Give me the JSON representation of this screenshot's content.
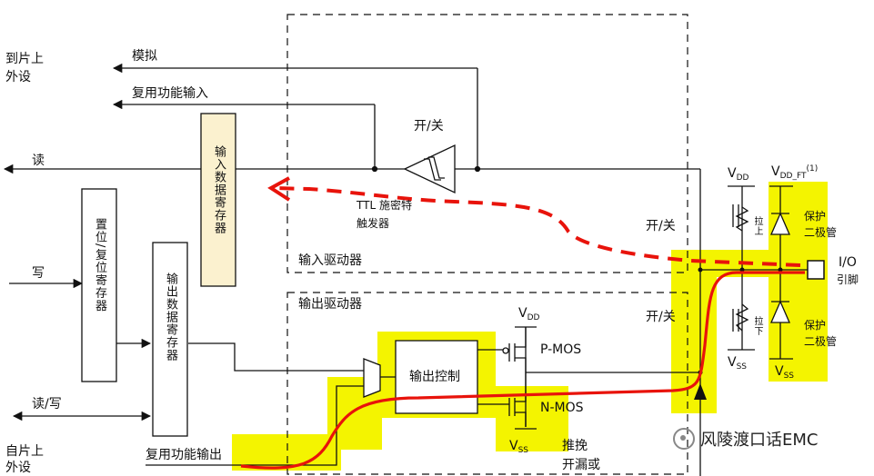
{
  "left": {
    "to_peripheral": [
      "到片上",
      "外设"
    ],
    "from_peripheral": [
      "自片上",
      "外设"
    ],
    "analog": "模拟",
    "alt_input": "复用功能输入",
    "read": "读",
    "write": "写",
    "read_write": "读/写",
    "alt_output": "复用功能输出"
  },
  "registers": {
    "input_data": "输入数据寄存器",
    "bit_set_reset": "置位/复位寄存器",
    "output_data": "输出数据寄存器"
  },
  "input_driver": {
    "title": "输入驱动器",
    "switch": "开/关",
    "schmitt": [
      "TTL 施密特",
      "触发器"
    ]
  },
  "output_driver": {
    "title": "输出驱动器",
    "control": "输出控制",
    "pmos": "P-MOS",
    "nmos": "N-MOS",
    "push_pull": "推挽",
    "open_drain": "开漏或"
  },
  "pins": {
    "vdd": "V",
    "vdd_sub": "DD",
    "vss": "V",
    "vss_sub": "SS",
    "vdd_ft": "V",
    "vdd_ft_sub": "DD_FT",
    "note": "(1)",
    "pull_up": "拉上",
    "pull_down": "拉下",
    "switch": "开/关",
    "io": "I/O",
    "io_pin": "引脚",
    "protect": "保护",
    "diode": "二极管"
  },
  "watermark": "风陵渡口话EMC",
  "colors": {
    "highlight": "#f4f400",
    "path": "#e8130b",
    "register_fill": "#fbf1cf"
  }
}
